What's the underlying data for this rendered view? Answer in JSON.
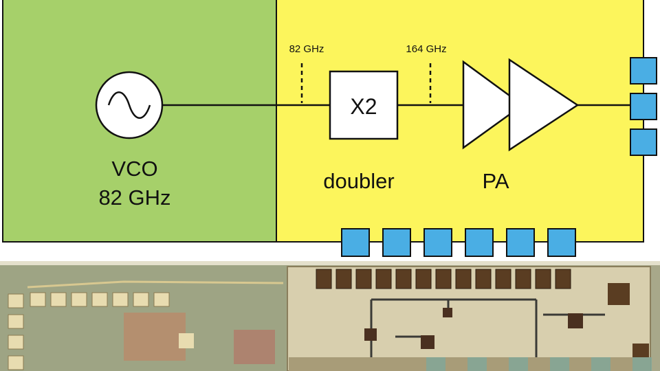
{
  "diagram": {
    "vco_block": {
      "label_line1": "VCO",
      "label_line2": "82 GHz",
      "color": "#a6d06a"
    },
    "chip_block": {
      "color": "#fcf55c"
    },
    "doubler": {
      "box_label": "X2",
      "label": "doubler"
    },
    "pa": {
      "label": "PA"
    },
    "probe_points": [
      {
        "label": "82 GHz"
      },
      {
        "label": "164 GHz"
      }
    ],
    "pad_color": "#4aaee4",
    "right_pad_count": 3,
    "bottom_pad_count": 6
  },
  "micrograph": {
    "description_icon": "chip-die-photo",
    "colors": {
      "substrate": "#a8a88a",
      "metal": "#b5a878",
      "pad": "#5a3d22",
      "trace": "#3a3a36"
    }
  }
}
